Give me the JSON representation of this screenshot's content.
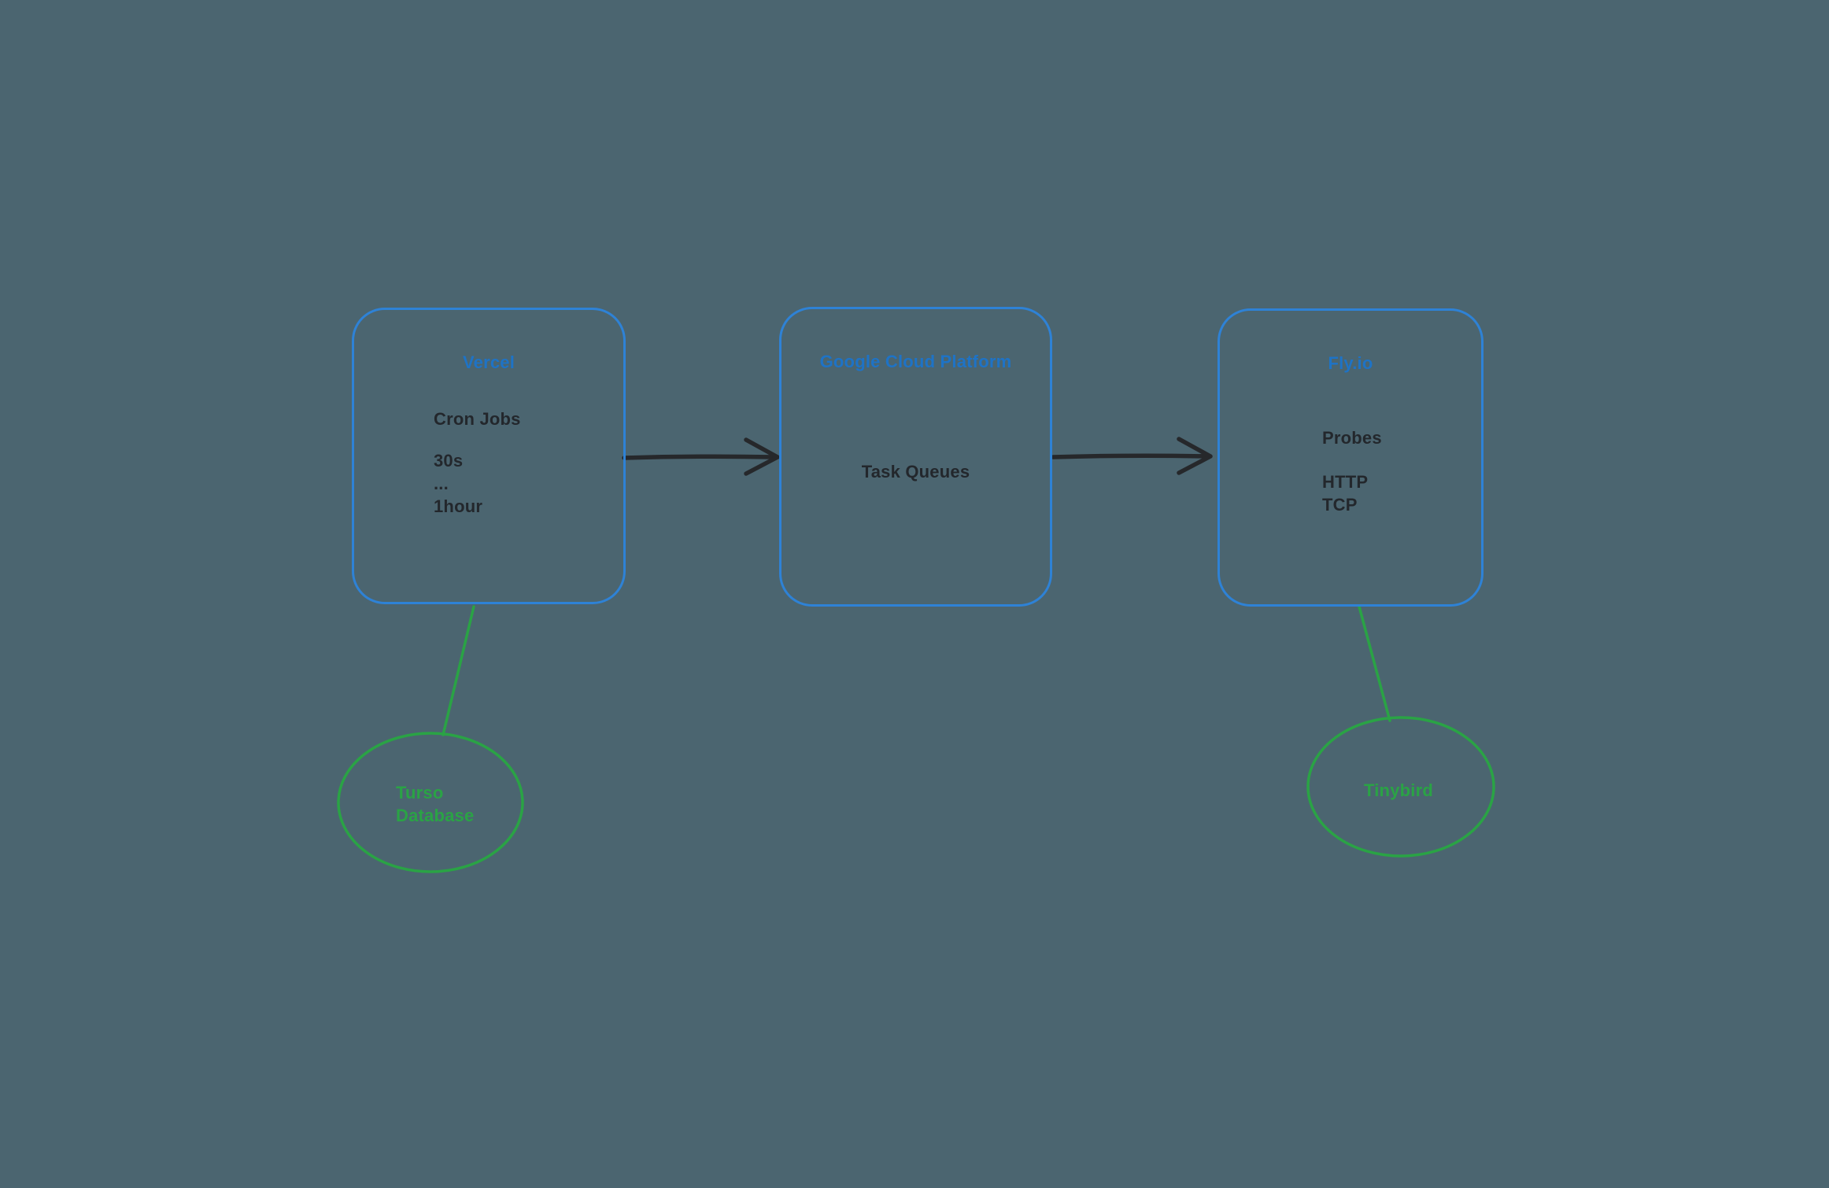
{
  "colors": {
    "background": "#4b6570",
    "box-border": "#2e82d6",
    "box-title": "#1e73c6",
    "ink": "#23272c",
    "green": "#2aa345",
    "arrow": "#26282b"
  },
  "boxes": {
    "vercel": {
      "title": "Vercel",
      "item": "Cron Jobs",
      "intervals": [
        "30s",
        "...",
        "1hour"
      ]
    },
    "gcp": {
      "title": "Google Cloud Platform",
      "item": "Task Queues"
    },
    "flyio": {
      "title": "Fly.io",
      "item": "Probes",
      "protocols": [
        "HTTP",
        "TCP"
      ]
    }
  },
  "ellipses": {
    "turso": {
      "line1": "Turso",
      "line2": "Database"
    },
    "tinybird": {
      "label": "Tinybird"
    }
  }
}
